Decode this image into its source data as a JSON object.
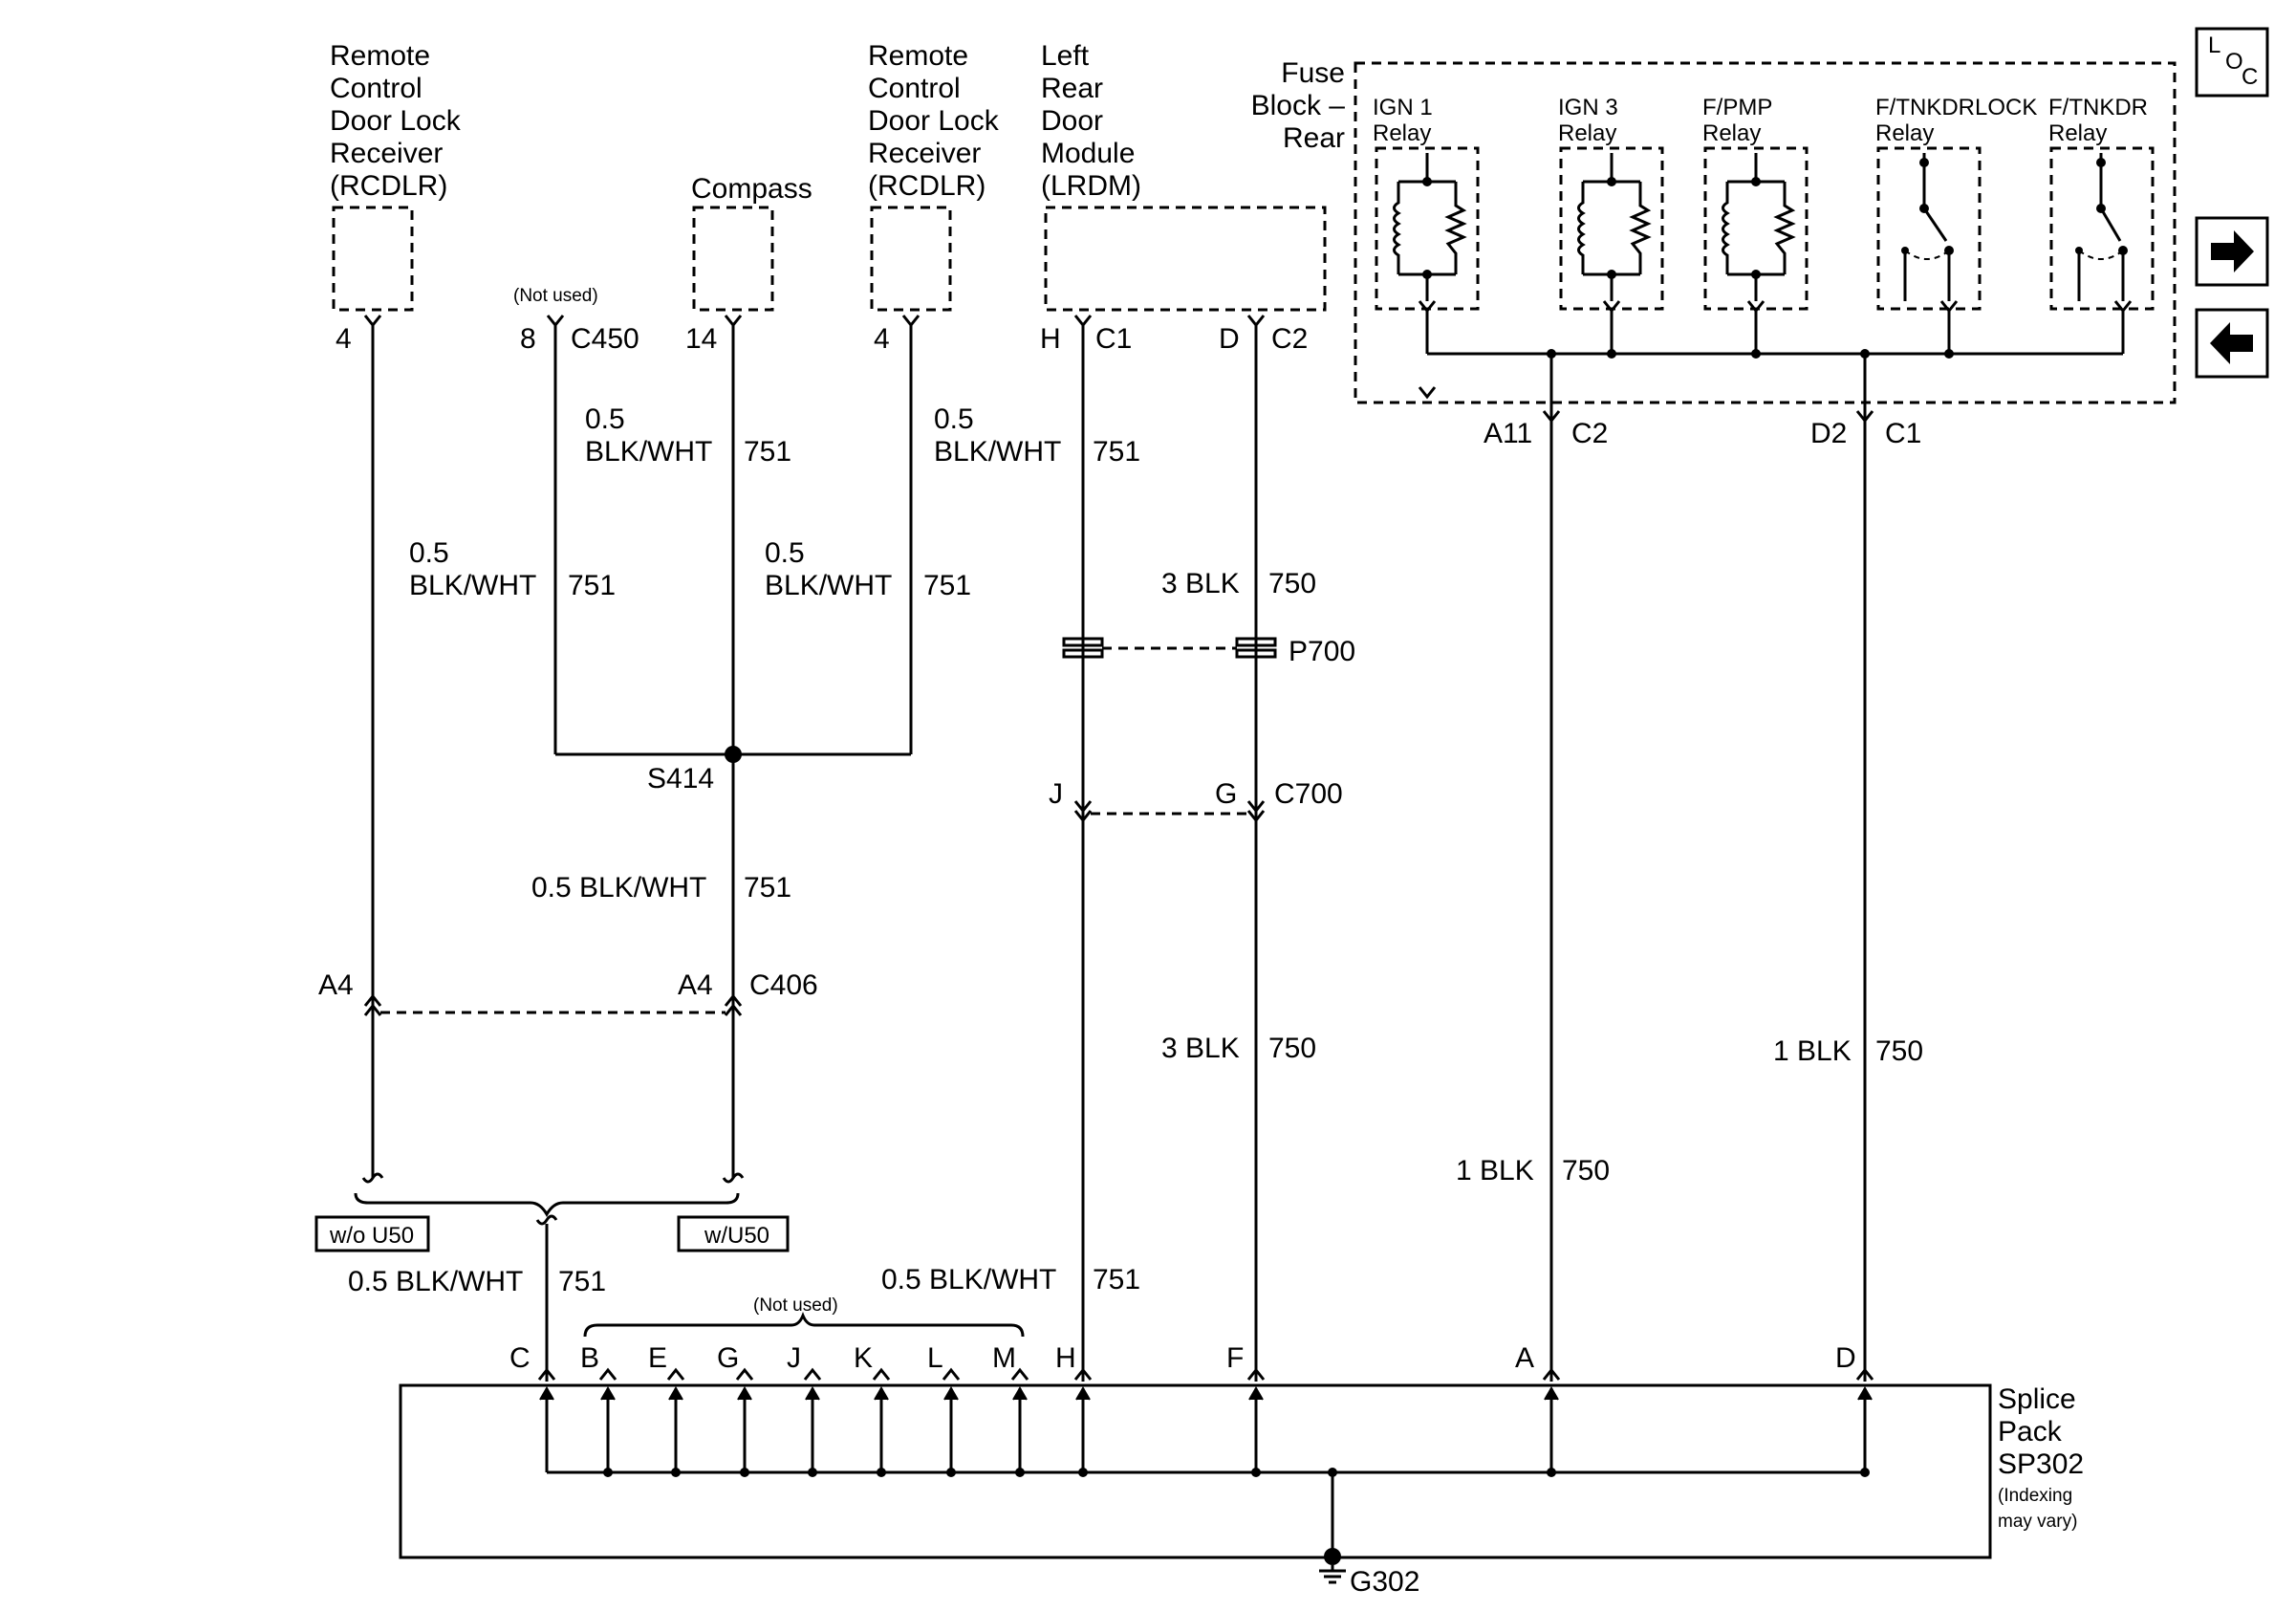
{
  "components": {
    "rcdlr_left": [
      "Remote",
      "Control",
      "Door Lock",
      "Receiver",
      "(RCDLR)"
    ],
    "compass": "Compass",
    "rcdlr_right": [
      "Remote",
      "Control",
      "Door Lock",
      "Receiver",
      "(RCDLR)"
    ],
    "lrdm": [
      "Left",
      "Rear",
      "Door",
      "Module",
      "(LRDM)"
    ],
    "fuse_block": [
      "Fuse",
      "Block –",
      "Rear"
    ],
    "relays": [
      [
        "IGN 1",
        "Relay"
      ],
      [
        "IGN 3",
        "Relay"
      ],
      [
        "F/PMP",
        "Relay"
      ],
      [
        "F/TNKDRLOCK",
        "Relay"
      ],
      [
        "F/TNKDR",
        "Relay"
      ]
    ],
    "splice_pack": [
      "Splice",
      "Pack",
      "SP302",
      "(Indexing",
      "may vary)"
    ]
  },
  "nav": {
    "loc_icon": "LOC",
    "loc_letters": [
      "L",
      "O",
      "C"
    ],
    "next_icon": "arrow-right",
    "prev_icon": "arrow-left"
  },
  "pins": {
    "rcdlr_left": "4",
    "c450_pin": "8",
    "c450": "C450",
    "c450_note": "(Not used)",
    "compass_pin": "14",
    "rcdlr_right": "4",
    "lrdm_h": "H",
    "lrdm_c1": "C1",
    "lrdm_d": "D",
    "lrdm_c2": "C2",
    "fb_a11": "A11",
    "fb_c2": "C2",
    "fb_d2": "D2",
    "fb_c1": "C1"
  },
  "wires": {
    "blkwht_05": [
      "0.5",
      "BLK/WHT"
    ],
    "blkwht_inline": "0.5 BLK/WHT",
    "circuit_751": "751",
    "blk3": "3 BLK",
    "blk1": "1 BLK",
    "circuit_750": "750"
  },
  "connectors": {
    "s414": "S414",
    "p700": "P700",
    "c700": "C700",
    "c700_j": "J",
    "c700_g": "G",
    "c406": "C406",
    "a4": "A4",
    "g302": "G302"
  },
  "options": {
    "without_u50": "w/o U50",
    "with_u50": "w/U50"
  },
  "splice_pins": {
    "labels": [
      "C",
      "B",
      "E",
      "G",
      "J",
      "K",
      "L",
      "M",
      "H",
      "F",
      "A",
      "D"
    ],
    "not_used": "(Not used)"
  }
}
